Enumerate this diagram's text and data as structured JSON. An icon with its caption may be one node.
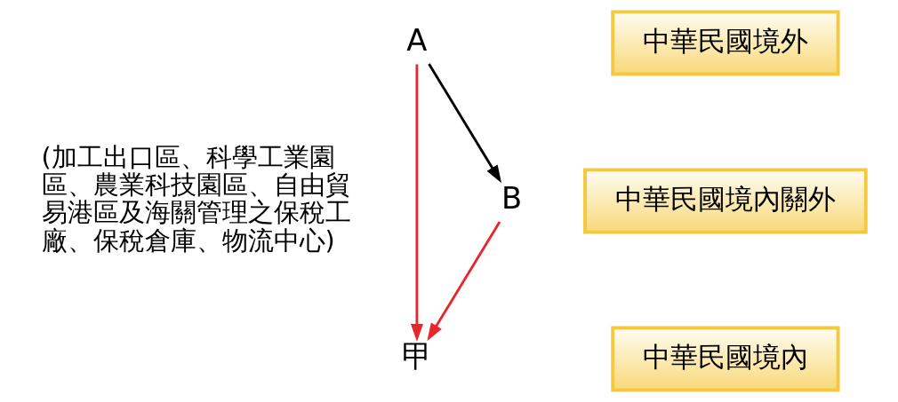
{
  "diagram": {
    "nodes": [
      {
        "text": [
          "A"
        ]
      },
      {
        "text": [
          "中華民國境外"
        ]
      },
      {
        "text": [
          "B"
        ]
      },
      {
        "text": [
          "中華民國境內關外"
        ]
      },
      {
        "text": [
          "甲"
        ]
      },
      {
        "text": [
          "中華民國境內"
        ]
      }
    ],
    "edges": [
      {
        "from": 0,
        "to": 2,
        "arrow": "to",
        "color": "#000000"
      },
      {
        "from": 0,
        "to": 4,
        "arrow": "to",
        "color": "#e8262c"
      },
      {
        "from": 2,
        "to": 4,
        "arrow": "to",
        "color": "#e8262c"
      }
    ],
    "labels": [
      "(加工出口區、科學工業園區、農業科技園區、自由貿易港區及海關管理之保稅工廠、保稅倉庫、物流中心)"
    ]
  }
}
